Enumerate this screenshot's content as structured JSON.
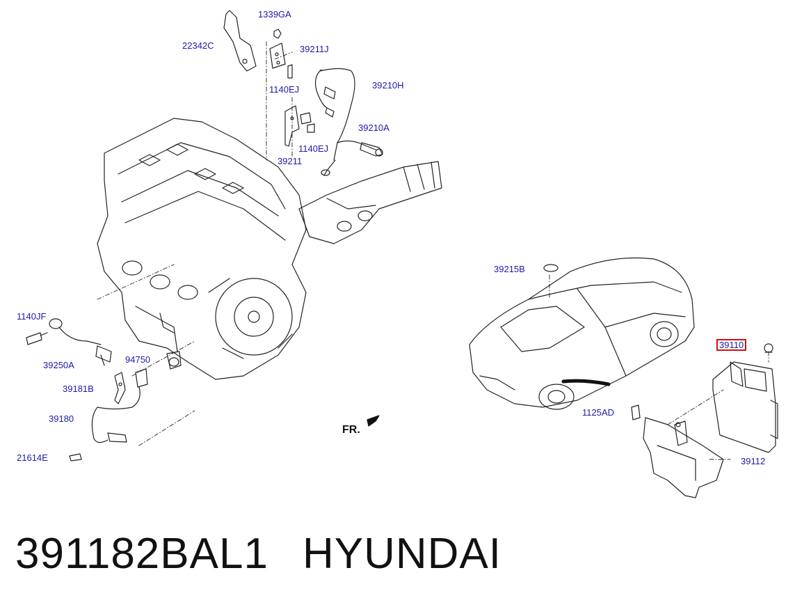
{
  "callouts": {
    "p1339GA": "1339GA",
    "p22342C": "22342C",
    "p39211J": "39211J",
    "p1140EJ_a": "1140EJ",
    "p39210H": "39210H",
    "p39210A": "39210A",
    "p1140EJ_b": "1140EJ",
    "p39211": "39211",
    "p39215B": "39215B",
    "p1140JF": "1140JF",
    "p39250A": "39250A",
    "p94750": "94750",
    "p39181B": "39181B",
    "p39180": "39180",
    "p21614E": "21614E",
    "p39110": "39110",
    "p1125AD": "1125AD",
    "p39112": "39112"
  },
  "direction_label": "FR.",
  "caption": {
    "part_number": "391182BAL1",
    "brand": "HYUNDAI"
  },
  "colors": {
    "callout_text": "#1a1aa8",
    "highlight_border": "#d01010",
    "line_art": "#222222"
  }
}
